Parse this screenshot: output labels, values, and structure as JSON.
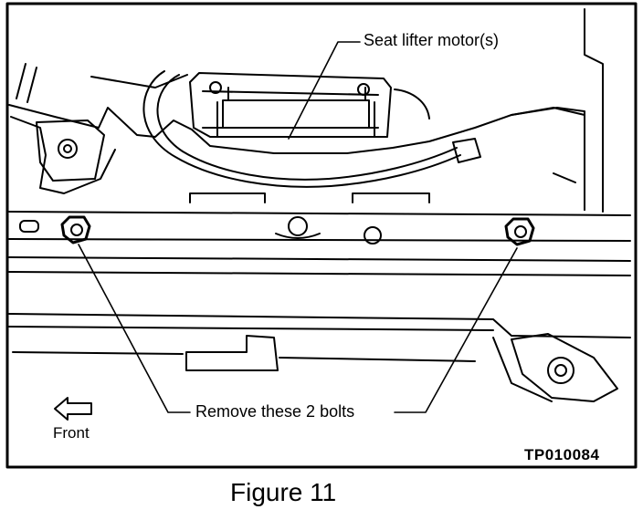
{
  "diagram": {
    "callouts": {
      "motor": "Seat lifter motor(s)",
      "bolts": "Remove these 2 bolts"
    },
    "direction_label": "Front",
    "reference_code": "TP010084"
  },
  "caption": "Figure 11"
}
